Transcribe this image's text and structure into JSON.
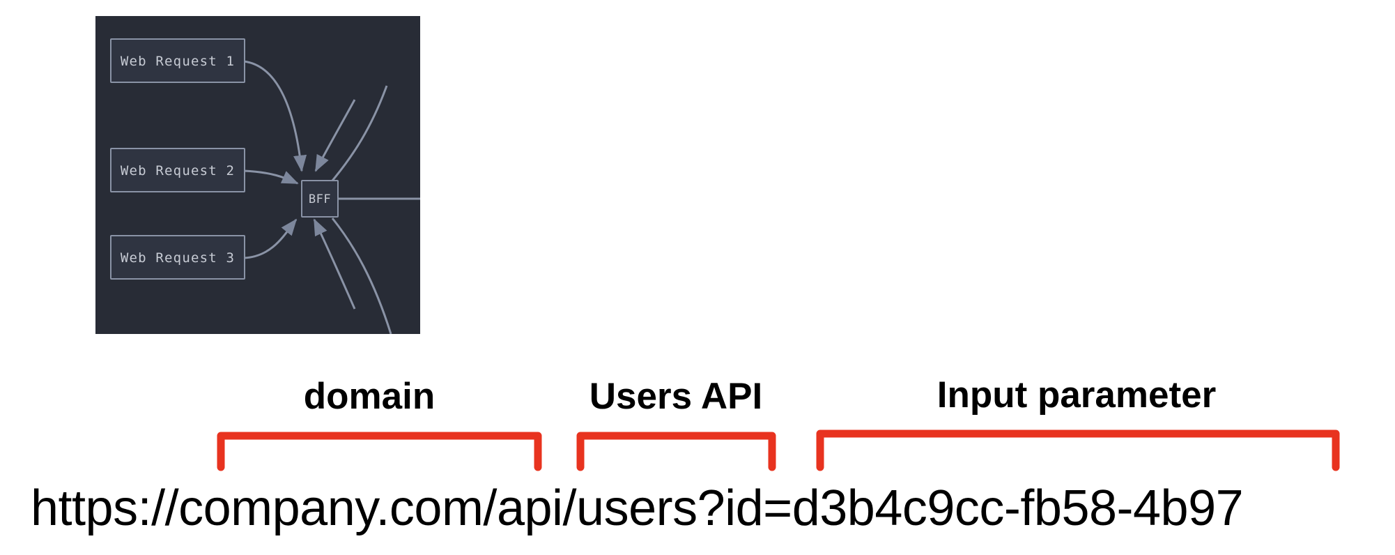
{
  "diagram": {
    "panel_background": "#282c36",
    "node_fill": "#2f3441",
    "node_stroke": "#8a93a6",
    "edge_color": "#8a93a6",
    "text_color": "#c7cbd4",
    "request_nodes": [
      {
        "label": "Web Request 1"
      },
      {
        "label": "Web Request 2"
      },
      {
        "label": "Web Request 3"
      }
    ],
    "hub_node": {
      "label": "BFF"
    }
  },
  "url_anatomy": {
    "accent_color": "#e8331f",
    "url_parts": {
      "domain": "https://company.com",
      "path": "/api/users",
      "query": "?id=d3b4c9cc-fb58-4b97"
    },
    "full_url": "https://company.com/api/users?id=d3b4c9cc-fb58-4b97",
    "segments": [
      {
        "label": "domain",
        "name": "domain"
      },
      {
        "label": "Users API",
        "name": "users-api"
      },
      {
        "label": "Input parameter",
        "name": "input-parameter"
      }
    ]
  }
}
